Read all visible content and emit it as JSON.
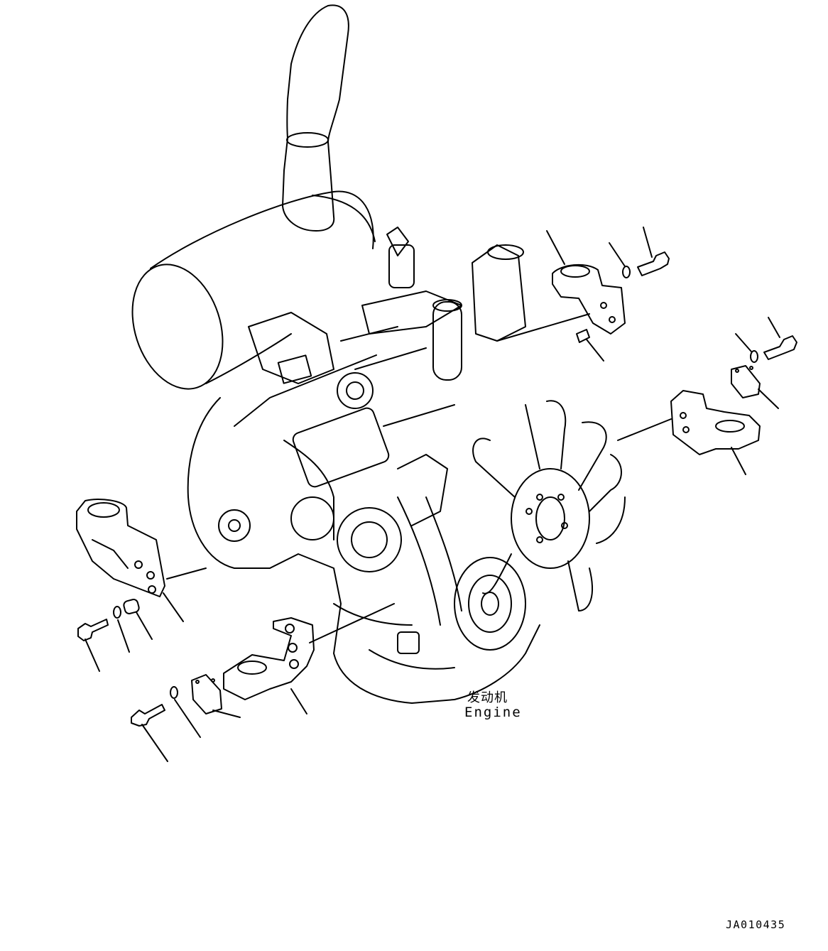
{
  "labels": {
    "engine_cn": "发动机",
    "engine_en": "Engine",
    "drawing_number": "JA010435"
  },
  "colors": {
    "line": "#000000",
    "background": "#ffffff"
  }
}
